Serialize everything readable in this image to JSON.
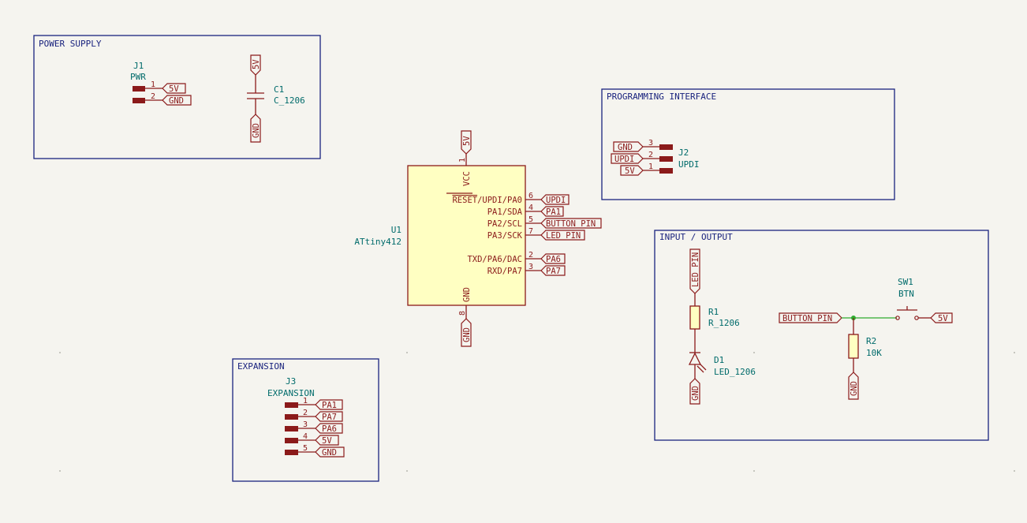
{
  "sections": {
    "power": "POWER SUPPLY",
    "prog": "PROGRAMMING INTERFACE",
    "io": "INPUT / OUTPUT",
    "exp": "EXPANSION"
  },
  "j1": {
    "ref": "J1",
    "value": "PWR",
    "pins": [
      "1",
      "2"
    ],
    "nets": [
      "5V",
      "GND"
    ]
  },
  "c1": {
    "ref": "C1",
    "value": "C_1206",
    "top": "5V",
    "bottom": "GND"
  },
  "u1": {
    "ref": "U1",
    "value": "ATtiny412",
    "vcc": {
      "name": "VCC",
      "num": "1",
      "net": "5V"
    },
    "gnd": {
      "name": "GND",
      "num": "8",
      "net": "GND"
    },
    "reset_over": "RESET",
    "reset_rest": "/UPDI/PA0",
    "pins": [
      {
        "name": "PA1/SDA",
        "num": "4",
        "net": "PA1"
      },
      {
        "name": "PA2/SCL",
        "num": "5",
        "net": "BUTTON_PIN"
      },
      {
        "name": "PA3/SCK",
        "num": "7",
        "net": "LED_PIN"
      },
      {
        "name": "TXD/PA6/DAC",
        "num": "2",
        "net": "PA6"
      },
      {
        "name": "RXD/PA7",
        "num": "3",
        "net": "PA7"
      }
    ],
    "reset_num": "6",
    "reset_net": "UPDI"
  },
  "j2": {
    "ref": "J2",
    "value": "UPDI",
    "pins": [
      "3",
      "2",
      "1"
    ],
    "nets": [
      "GND",
      "UPDI",
      "5V"
    ]
  },
  "r1": {
    "ref": "R1",
    "value": "R_1206",
    "net": "LED_PIN"
  },
  "d1": {
    "ref": "D1",
    "value": "LED_1206",
    "net": "GND"
  },
  "sw1": {
    "ref": "SW1",
    "value": "BTN",
    "left_net": "BUTTON_PIN",
    "right_net": "5V"
  },
  "r2": {
    "ref": "R2",
    "value": "10K",
    "net": "GND"
  },
  "j3": {
    "ref": "J3",
    "value": "EXPANSION",
    "pins": [
      "1",
      "2",
      "3",
      "4",
      "5"
    ],
    "nets": [
      "PA1",
      "PA7",
      "PA6",
      "5V",
      "GND"
    ]
  }
}
